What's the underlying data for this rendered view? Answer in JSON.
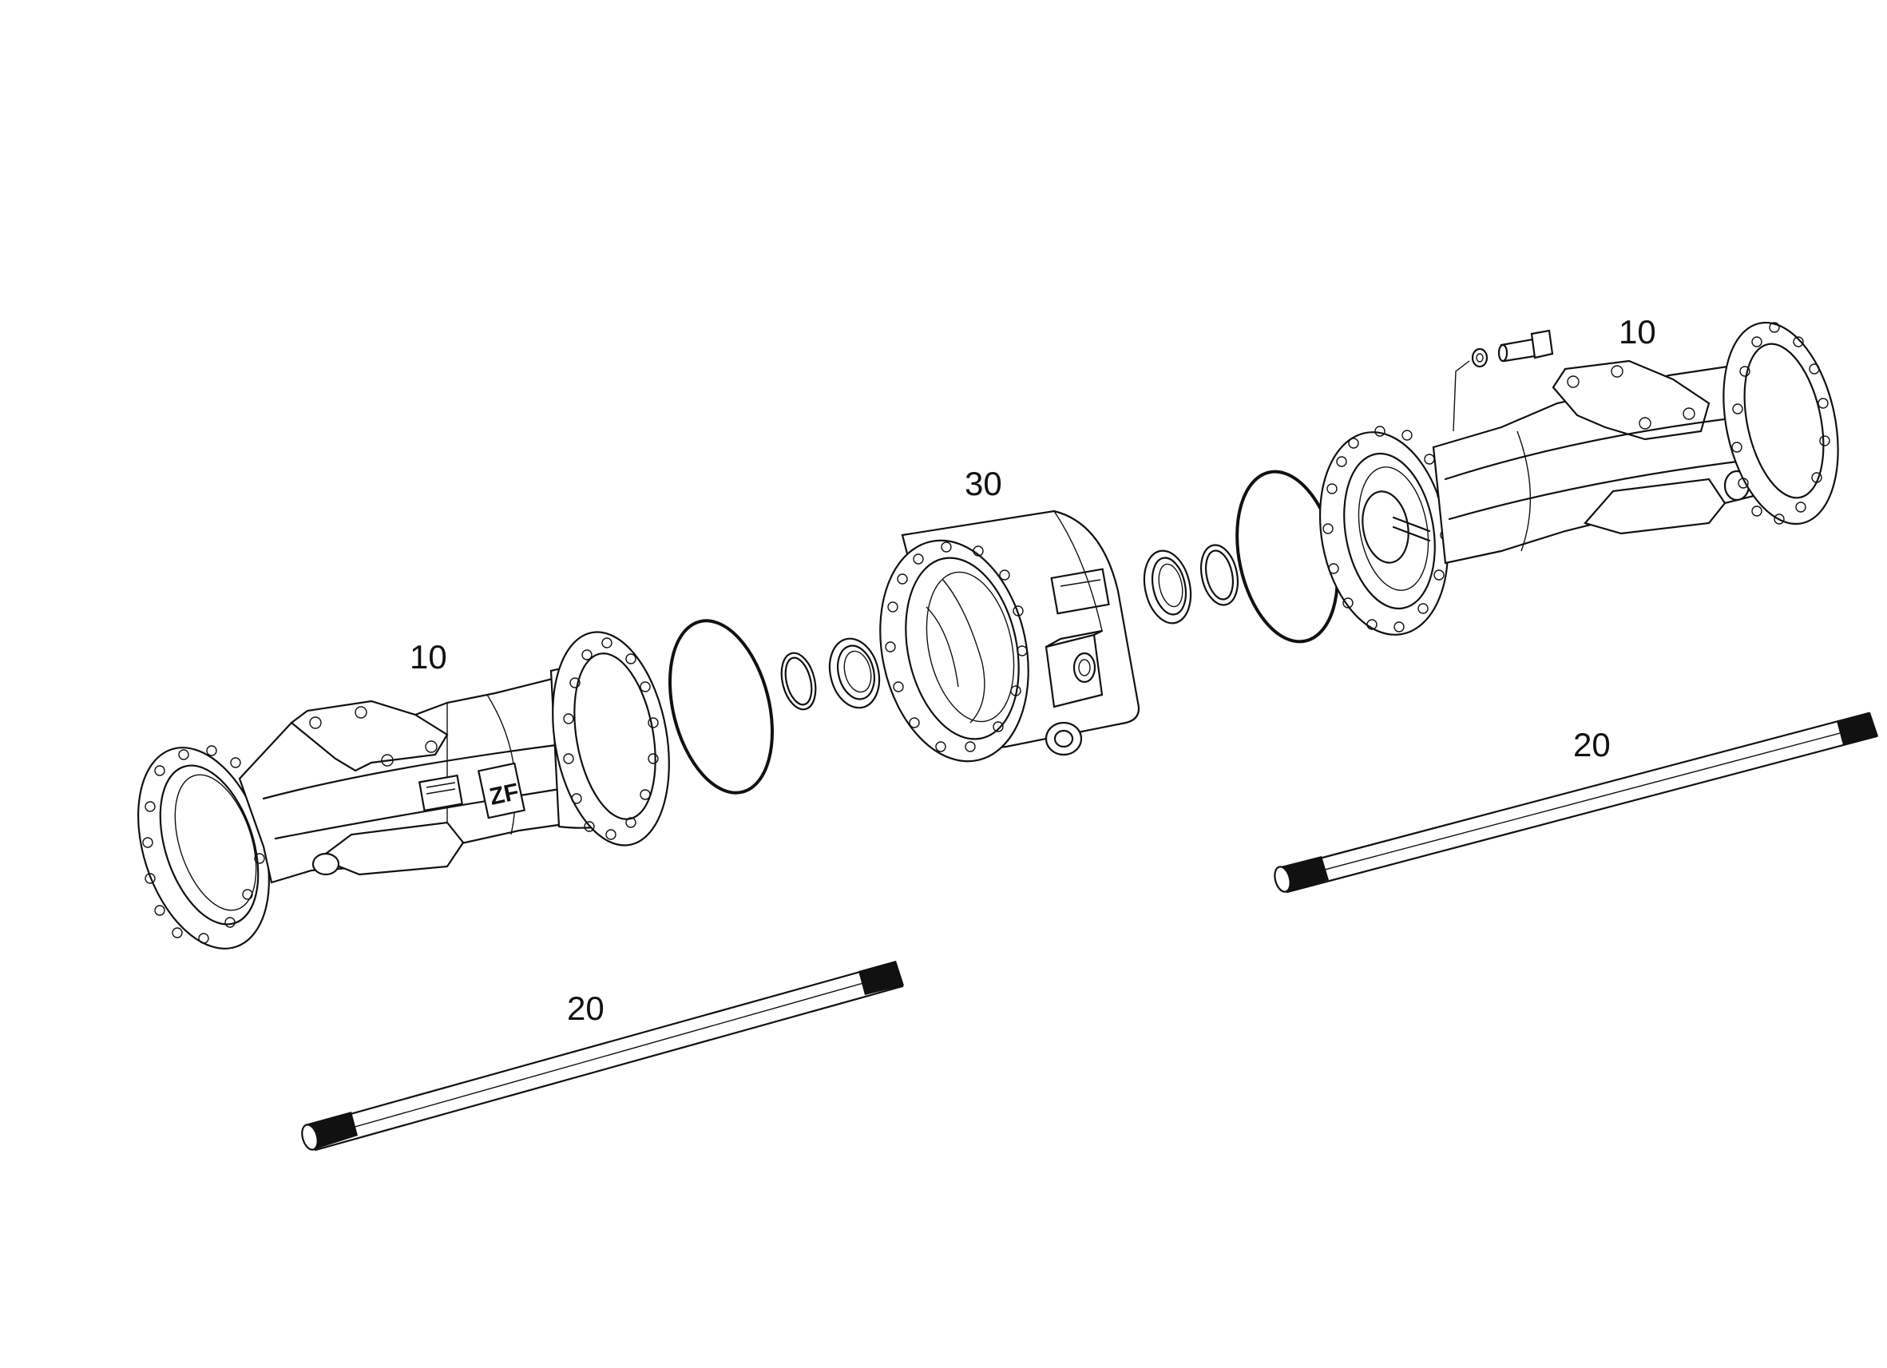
{
  "labels": {
    "housing_left": "10",
    "housing_right": "10",
    "axle_shaft_left": "20",
    "axle_shaft_right": "20",
    "center_housing": "30"
  },
  "logo_text": "ZF",
  "colors": {
    "line": "#111111",
    "background": "#ffffff"
  }
}
